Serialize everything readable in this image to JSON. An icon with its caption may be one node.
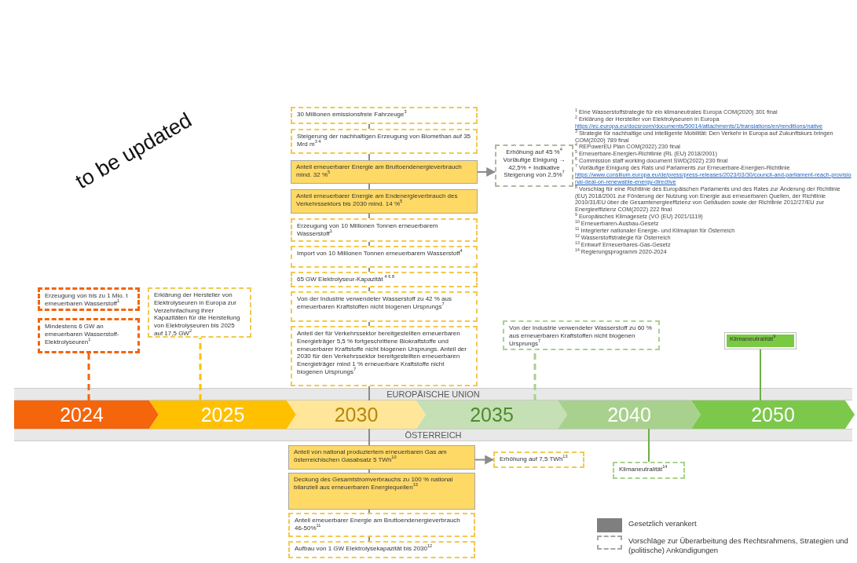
{
  "diagram": {
    "nodes": [
      {
        "text": [
          "2024"
        ]
      },
      {
        "text": [
          "2025"
        ]
      },
      {
        "text": [
          "2030"
        ]
      },
      {
        "text": [
          "2035"
        ]
      },
      {
        "text": [
          "2040"
        ]
      },
      {
        "text": [
          "2050"
        ]
      },
      {
        "text": [
          "Erzeugung von bis zu 1 Mio. t erneuerbaren Wasserstoff$^{1}$"
        ]
      },
      {
        "text": [
          "Mindestens 6 GW an erneuerbaren Wasserstoff-Elektrolyseuren$^{1}$"
        ]
      },
      {
        "text": [
          "Erklärung der Hersteller von Elektrolyseuren in Europa zur Verzehnfachung ihrer Kapazitäten für die Herstellung von Elektrolyseuren bis 2025 auf 17,5 GW$^{2}$"
        ]
      },
      {
        "text": [
          "30 Millionen emissionsfreie Fahrzeuge$^{3}$"
        ]
      },
      {
        "text": [
          "Steigerung der nachhaltigen Erzeugung von Biomethan auf 35 Mrd m$^{3 4}$"
        ]
      },
      {
        "text": [
          "Anteil erneuerbarer Energie am Bruttoendenergieverbrauch mind. 32 %$^{5}$"
        ]
      },
      {
        "text": [
          "Erhöhung auf 45 %$^{4}$ Vorläufige Einigung → 42,5% + Indikative Steigerung von 2,5%$^{7}$"
        ]
      },
      {
        "text": [
          "Anteil erneuerbarer Energie am Endenergieverbrauch des Verkehrssektors bis 2030 mind. 14 %$^{5}$"
        ]
      },
      {
        "text": [
          "Erzeugung von 10 Millionen Tonnen erneuerbarem Wasserstoff$^{1}$"
        ]
      },
      {
        "text": [
          "Import von 10 Millionen Tonnen erneuerbarem Wasserstoff$^{4}$"
        ]
      },
      {
        "text": [
          "65 GW Elektrolyseur-Kapazität $^{4 6 8}$"
        ]
      },
      {
        "text": [
          "Von der Industrie verwendeter Wasserstoff zu 42 % aus erneuerbaren Kraftstoffen nicht biogenen Ursprungs$^{7}$"
        ]
      },
      {
        "text": [
          "Anteil der für Verkehrssektor bereitgestellten erneuerbaren Energieträger 5,5 % fortgeschrittene Biokraftstoffe und erneuerbarer Kraftstoffe nicht biogenen Ursprungs. Anteil der 2030 für den Verkehrssektor bereitgestellten erneuerbaren Energieträger mind 1 % erneuerbare Kraftstoffe nicht biogenen Ursprungs$^{7}$"
        ]
      },
      {
        "text": [
          "Von der Industrie verwendeter Wasserstoff zu 60 % aus erneuerbaren Kraftstoffen nicht biogenen Ursprungs$^{7}$"
        ]
      },
      {
        "text": [
          "Klimaneutralität$^{9}$"
        ]
      },
      {
        "text": [
          "Anteil von national produziertem erneuerbaren Gas am österreichischen Gasabsatz 5 TWh$^{10}$"
        ]
      },
      {
        "text": [
          "Erhöhung auf 7,5 TWh$^{13}$"
        ]
      },
      {
        "text": [
          "Deckung des Gesamtstromverbrauchs zu 100 % national bilanziell aus erneuerbaren Energiequellen$^{13}$"
        ]
      },
      {
        "text": [
          "Anteil erneuerbarer Energie am Bruttoendenergieverbrauch 46-50%$^{11}$"
        ]
      },
      {
        "text": [
          "Aufbau von 1 GW Elektrolysekapazität bis 2030$^{12}$"
        ]
      },
      {
        "text": [
          "Klimaneutralität$^{14}$"
        ]
      }
    ],
    "edges": [
      {
        "from": 0,
        "to": 7,
        "arrow": "none",
        "style": "dashed",
        "color": "#f4650c"
      },
      {
        "from": 1,
        "to": 8,
        "arrow": "none",
        "style": "dashed",
        "color": "#ffc000"
      },
      {
        "from": 9,
        "to": 10,
        "arrow": "none"
      },
      {
        "from": 10,
        "to": 11,
        "arrow": "none"
      },
      {
        "from": 11,
        "to": 13,
        "arrow": "none"
      },
      {
        "from": 13,
        "to": 14,
        "arrow": "none"
      },
      {
        "from": 14,
        "to": 15,
        "arrow": "none"
      },
      {
        "from": 15,
        "to": 16,
        "arrow": "none"
      },
      {
        "from": 16,
        "to": 17,
        "arrow": "none"
      },
      {
        "from": 17,
        "to": 18,
        "arrow": "none"
      },
      {
        "from": 18,
        "to": 2,
        "arrow": "none"
      },
      {
        "from": 11,
        "to": 12,
        "arrow": "to"
      },
      {
        "from": 3,
        "to": 19,
        "arrow": "none",
        "style": "dashed",
        "color": "#a9d18e"
      },
      {
        "from": 5,
        "to": 20,
        "arrow": "none",
        "color": "#70ad47"
      },
      {
        "from": 2,
        "to": 21,
        "arrow": "none"
      },
      {
        "from": 21,
        "to": 23,
        "arrow": "none"
      },
      {
        "from": 23,
        "to": 24,
        "arrow": "none"
      },
      {
        "from": 24,
        "to": 25,
        "arrow": "none"
      },
      {
        "from": 21,
        "to": 22,
        "arrow": "to"
      },
      {
        "from": 4,
        "to": 26,
        "arrow": "none",
        "color": "#70ad47"
      }
    ],
    "labels": [
      "to be updated",
      "$^{1}$ Eine Wasserstoffstrategie für ein klimaneutrales Europa COM(2020) 301 final",
      "$^{2}$ Erklärung der Hersteller von Elektrolyseuren in Europa",
      "https://ec.europa.eu/docsroom/documents/50014/attachments/1/translations/en/renditions/native",
      "$^{3}$ Strategie für nachhaltige und intelligente Mobilität: Den Verkehr in Europa auf Zukunftskurs bringen COM(2020) 789 final",
      "$^{4}$ REPowerEU Plan COM(2022) 230 final",
      "$^{5}$ Erneuerbare-Energien-Richtlinie (RL (EU) 2018/2001)",
      "$^{6}$ Commission staff working document SWD(2022) 230 final",
      "$^{7}$ Vorläufige Einigung des Rats und Parlaments zur Erneuerbare-Energien-Richtlinie",
      "https://www.consilium.europa.eu/de/press/press-releases/2023/03/30/council-and-parliament-reach-provisional-deal-on-renewable-energy-directive",
      "$^{8}$ Vorschlag für eine Richtlinie des Europäischen Parlaments und des Rates zur Änderung der Richtlinie (EU) 2018/2001 zur Förderung der Nutzung von Energie aus erneuerbaren Quellen, der Richtlinie 2010/31/EU über die Gesamtenergieeffizienz von Gebäuden sowie der Richtlinie 2012/27/EU zur Energieeffizienz COM(2022) 222 final",
      "$^{9}$ Europäisches Klimagesetz (VO (EU) 2021/1119)",
      "$^{10}$ Erneuerbaren-Ausbau-Gesetz",
      "$^{11}$ Integrierter nationaler Energie- und Klimaplan für Österreich",
      "$^{12}$ Wasserstoffstrategie für Österreich",
      "$^{13}$ Entwurf Erneuerbares-Gas-Gesetz",
      "$^{14}$ Regierungsprogramm 2020-2024",
      "EUROPÄISCHE UNION",
      "ÖSTERREICH"
    ],
    "legend": [
      {
        "text": "Gesetzlich verankert",
        "color": "#7f7f7f"
      },
      {
        "text": "Vorschläge zur Überarbeitung des Rechtsrahmens, Strategien und (politische) Ankündigungen"
      }
    ]
  }
}
